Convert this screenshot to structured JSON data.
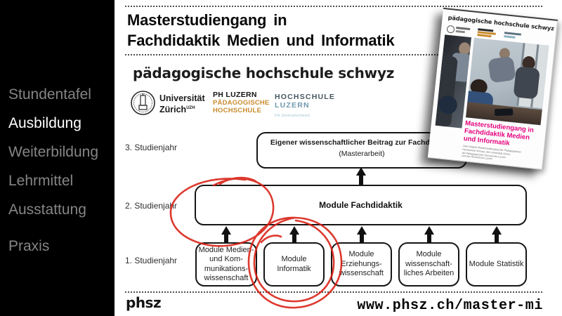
{
  "colors": {
    "background": "#000000",
    "slide_bg": "#ffffff",
    "red_pen": "#d81e12",
    "magenta": "#e5007d",
    "phlu_orange": "#c98b2e",
    "hslu_dark": "#46565f",
    "hslu_blue": "#6f98ad",
    "nav_inactive": "#858585",
    "nav_active": "#ffffff"
  },
  "sidebar": {
    "items": [
      {
        "label": "Stundentafel",
        "active": false
      },
      {
        "label": "Ausbildung",
        "active": true
      },
      {
        "label": "Weiterbildung",
        "active": false
      },
      {
        "label": "Lehrmittel",
        "active": false
      },
      {
        "label": "Ausstattung",
        "active": false
      },
      {
        "label": "Praxis",
        "active": false
      }
    ]
  },
  "slide": {
    "title": {
      "line1": "Masterstudiengang in",
      "line2": "Fachdidaktik Medien und Informatik"
    },
    "brand": "pädagogische hochschule schwyz",
    "logos": {
      "uzh": {
        "line1": "Universität",
        "line2": "Zürich",
        "sup": "UZH"
      },
      "phlu": {
        "line1": "PH LUZERN",
        "line2": "PÄDAGOGISCHE",
        "line3": "HOCHSCHULE"
      },
      "hslu": {
        "line1": "HOCHSCHULE",
        "line2": "LUZERN",
        "line3": "FH Zentralschweiz"
      }
    },
    "diagram": {
      "year_labels": [
        "3. Studienjahr",
        "2. Studienjahr",
        "1. Studienjahr"
      ],
      "master_box": {
        "line1": "Eigener wissenschaftlicher Beitrag zur Fachdidaktik",
        "line2": "(Masterarbeit)"
      },
      "fachdidaktik_label": "Module Fachdidaktik",
      "modules": [
        {
          "lines": [
            "Module Medien-",
            "und Kom-",
            "munikations-",
            "wissenschaft"
          ]
        },
        {
          "lines": [
            "Module",
            "Informatik"
          ]
        },
        {
          "lines": [
            "Module",
            "Erziehungs-",
            "wissenschaft"
          ]
        },
        {
          "lines": [
            "Module",
            "wissenschaft-",
            "liches Arbeiten"
          ]
        },
        {
          "lines": [
            "Module Statistik"
          ]
        }
      ],
      "annotations": [
        "red circle around left part of Module Fachdidaktik",
        "red circle around Module Informatik"
      ]
    },
    "footer": {
      "wordmark": "phsz",
      "url": "www.phsz.ch/master-mi"
    }
  },
  "brochure": {
    "brand": "pädagogische hochschule schwyz",
    "title": {
      "line1": "Masterstudiengang in",
      "line2": "Fachdidaktik Medien",
      "line3": "und Informatik"
    },
    "subtext": {
      "line1": "Joint Degree Masterstudiengang der Pädagogischen",
      "line2": "Hochschule Schwyz, der Universität Zürich,",
      "line3": "der Pädagogischen Hochschule Luzern",
      "line4": "und der Hochschule Luzern"
    }
  }
}
